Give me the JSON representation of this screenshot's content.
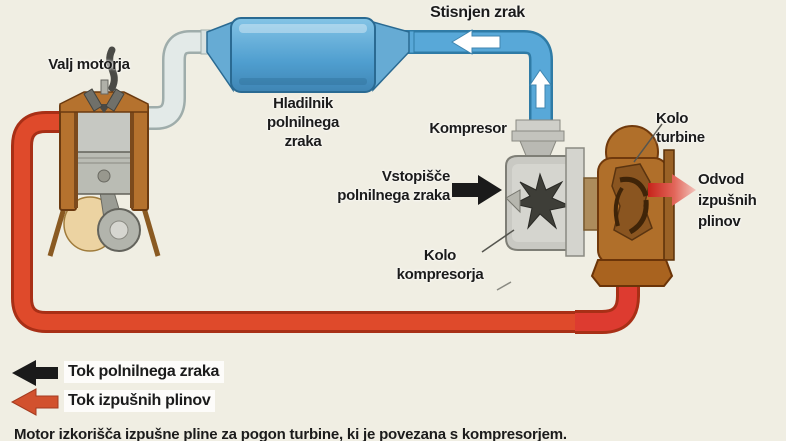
{
  "diagram": {
    "labels": {
      "compressed_air": "Stisnjen zrak",
      "engine_cylinder": "Valj motorja",
      "intercooler": [
        "Hladilnik",
        "polnilnega",
        "zraka"
      ],
      "compressor": "Kompresor",
      "charge_air_inlet": [
        "Vstopišče",
        "polnilnega zraka"
      ],
      "turbine_wheel": [
        "Kolo",
        "turbine"
      ],
      "exhaust_outlet": [
        "Odvod",
        "izpušnih",
        "plinov"
      ],
      "compressor_wheel": [
        "Kolo",
        "kompresorja"
      ]
    },
    "legend": {
      "items": [
        {
          "label": "Tok polnilnega zraka",
          "color": "#1a1a1a",
          "icon": "arrow-left"
        },
        {
          "label": "Tok izpušnih plinov",
          "color": "#d2512e",
          "icon": "arrow-left"
        }
      ]
    },
    "caption": {
      "text": "Motor izkorišča izpušne pline za pogon turbine, ki je povezana s kompresorjem."
    },
    "colors": {
      "background": "#f0eee3",
      "charge_air_blue": "#58a8d8",
      "intercooler_blue": "#4f9ecf",
      "charge_pipe_pale": "#e3eae8",
      "exhaust_red": "#df4a2b",
      "turbo_downpipe_red": "#dd3b30",
      "turbine_brown": "#b06f2a",
      "legend_charge_black": "#1a1a1a",
      "legend_exhaust_red": "#d2512e"
    }
  }
}
